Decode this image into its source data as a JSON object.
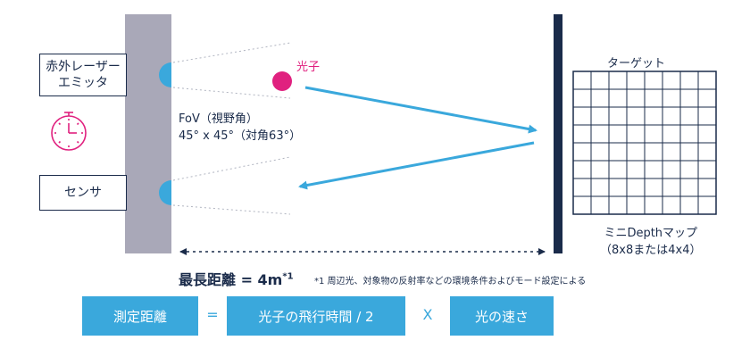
{
  "emitter": {
    "line1": "赤外レーザー",
    "line2": "エミッタ"
  },
  "sensor": {
    "label": "センサ"
  },
  "fov": {
    "line1": "FoV（視野角）",
    "line2": "45° x 45°（対角63°）"
  },
  "photon": {
    "label": "光子"
  },
  "target": {
    "title": "ターゲット",
    "grid_rows": 8,
    "grid_cols": 8
  },
  "minimap": {
    "line1": "ミニDepthマップ",
    "line2": "（8x8または4x4）"
  },
  "max_range": {
    "label": "最長距離 = 4m",
    "superscript": "*1"
  },
  "footnote": "*1 周辺光、対象物の反射率などの環境条件およびモード設定による",
  "formula": {
    "term1": "測定距離",
    "equals": "=",
    "term2": "光子の飛行時間 / 2",
    "times": "X",
    "term3": "光の速さ"
  },
  "colors": {
    "navy": "#1a2b4a",
    "accent_blue": "#3aa8dc",
    "magenta": "#e0217f",
    "plate_gray": "#a9a8b8"
  },
  "icons": {
    "lens": "lens-icon",
    "timer": "stopwatch-icon",
    "arrow": "arrow-icon"
  }
}
